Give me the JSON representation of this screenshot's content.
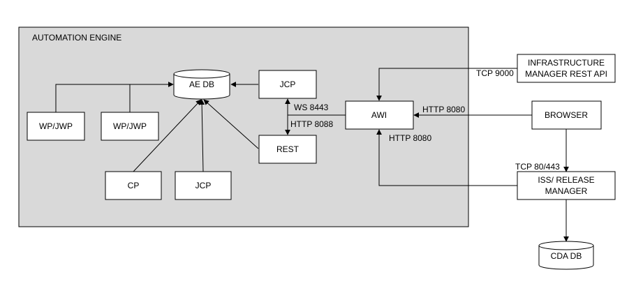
{
  "container": {
    "title": "AUTOMATION ENGINE",
    "fill": "#d9d9d9"
  },
  "nodes": {
    "ae_db": "AE DB",
    "jcp_top": "JCP",
    "wp_jwp_1": "WP/JWP",
    "wp_jwp_2": "WP/JWP",
    "rest": "REST",
    "cp": "CP",
    "jcp_bottom": "JCP",
    "awi": "AWI",
    "infra_line1": "INFRASTRUCTURE",
    "infra_line2": "MANAGER REST API",
    "browser": "BROWSER",
    "iss_line1": "ISS/ RELEASE",
    "iss_line2": "MANAGER",
    "cda_db": "CDA DB"
  },
  "edge_labels": {
    "ws_8443": "WS 8443",
    "http_8088": "HTTP 8088",
    "http_8080_browser": "HTTP 8080",
    "http_8080_iss": "HTTP 8080",
    "tcp_9000": "TCP 9000",
    "tcp_80_443": "TCP 80/443"
  }
}
